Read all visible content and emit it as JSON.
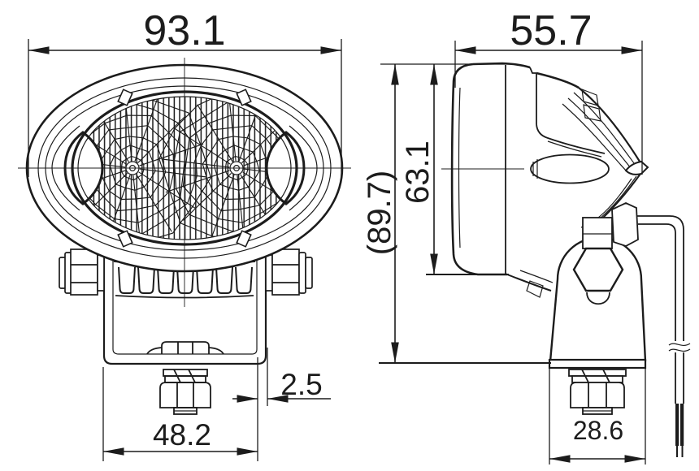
{
  "style": {
    "ink": "#1c1c1c",
    "bg": "#ffffff"
  },
  "dims": {
    "front_width": "93.1",
    "side_depth": "55.7",
    "body_height": "63.1",
    "overall_height": "(89.7)",
    "plate_thickness": "2.5",
    "bracket_width": "48.2",
    "base_width": "28.6"
  }
}
